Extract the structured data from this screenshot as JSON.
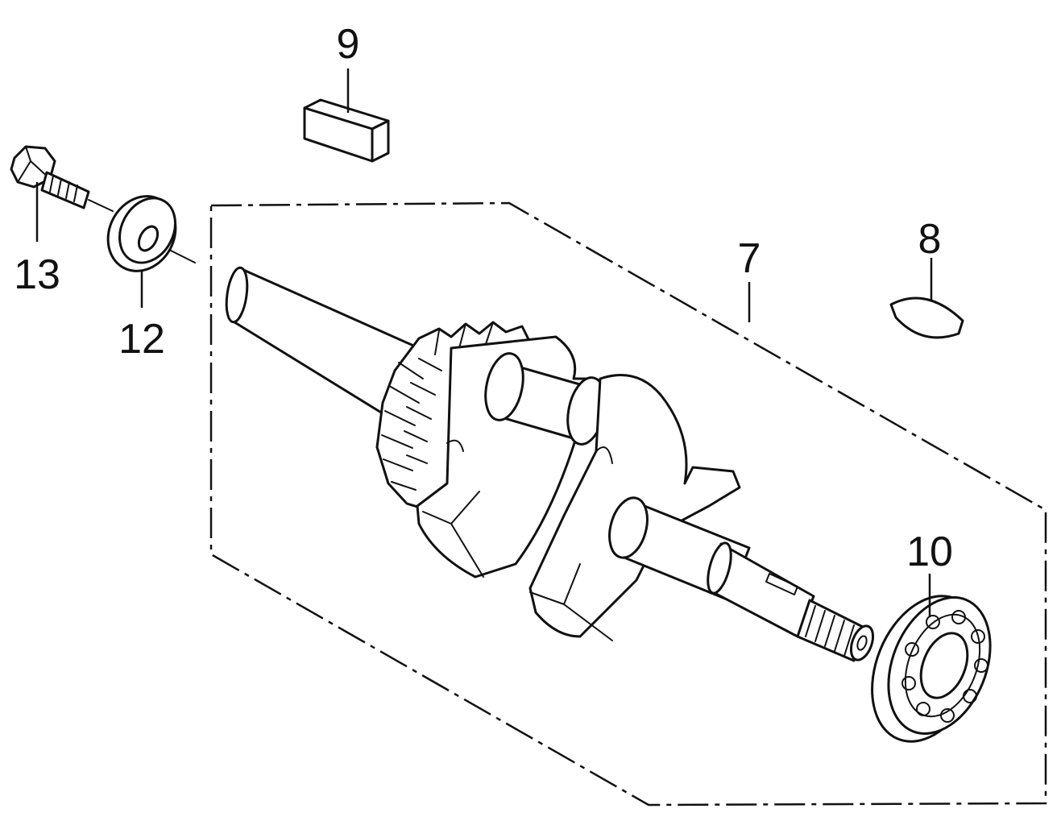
{
  "callouts": {
    "c7": "7",
    "c8": "8",
    "c9": "9",
    "c10": "10",
    "c12": "12",
    "c13": "13"
  },
  "colors": {
    "line": "#111111",
    "background": "#ffffff"
  }
}
